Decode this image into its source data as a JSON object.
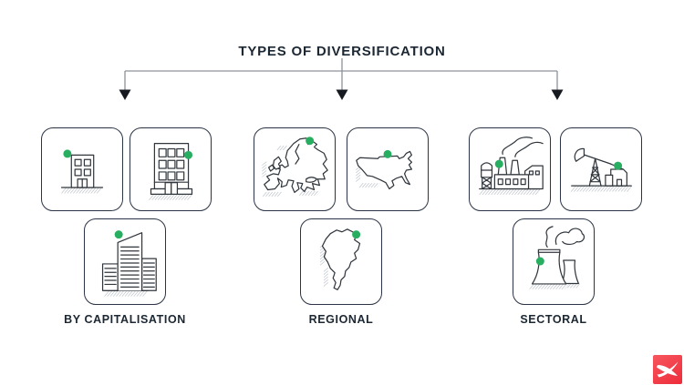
{
  "title": "TYPES OF DIVERSIFICATION",
  "groups": [
    {
      "id": "by-capitalisation",
      "label": "BY CAPITALISATION",
      "icons": [
        "small-building",
        "large-building",
        "skyscraper"
      ]
    },
    {
      "id": "regional",
      "label": "REGIONAL",
      "icons": [
        "europe-map",
        "usa-map",
        "south-america-map"
      ]
    },
    {
      "id": "sectoral",
      "label": "SECTORAL",
      "icons": [
        "factory",
        "oil-pump",
        "nuclear-cooling-towers"
      ]
    }
  ],
  "logo": {
    "name": "xm-logo",
    "shape": "red-square-white-x"
  },
  "colors": {
    "accent_green": "#27ae60",
    "icon_ink": "#30363c",
    "card_border": "#2b3446",
    "text": "#1b2733",
    "connector_line": "#8d939b",
    "arrowhead": "#161a20",
    "hatch": "#c3c9cf",
    "logo_red": "#ee2c3a",
    "background": "#ffffff"
  }
}
